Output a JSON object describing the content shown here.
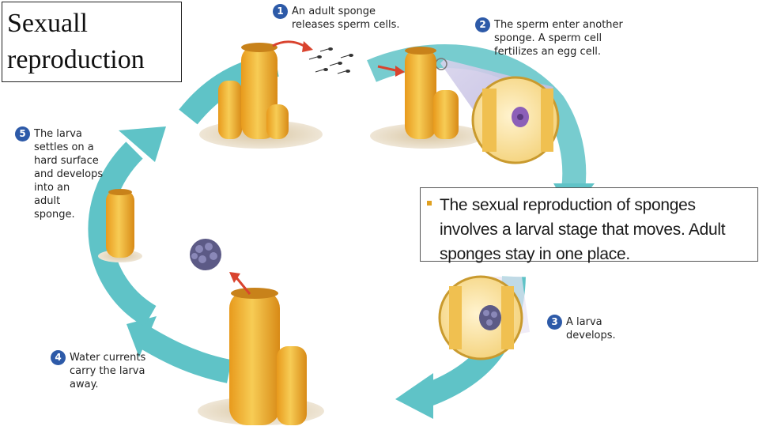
{
  "title": "Sexuall\nreproduction",
  "steps": [
    {
      "number": "1",
      "text": "An adult sponge\nreleases sperm cells."
    },
    {
      "number": "2",
      "text": "The sperm enter another\nsponge. A sperm cell\nfertilizes an egg cell."
    },
    {
      "number": "3",
      "text": "A larva\ndevelops."
    },
    {
      "number": "4",
      "text": "Water currents\ncarry the larva\naway."
    },
    {
      "number": "5",
      "text": "The larva\nsettles on a\nhard surface\nand develops\ninto an\nadult\nsponge."
    }
  ],
  "callout": {
    "text": "The sexual reproduction of sponges involves a larval stage that moves. Adult sponges stay in one place."
  },
  "colors": {
    "cycle_arrow": "#5fc3c7",
    "sponge": "#f2b533",
    "badge": "#2d5aa8",
    "red_arrow": "#d9432e",
    "larva": "#5c5a86",
    "egg": "#8c5fb8"
  }
}
